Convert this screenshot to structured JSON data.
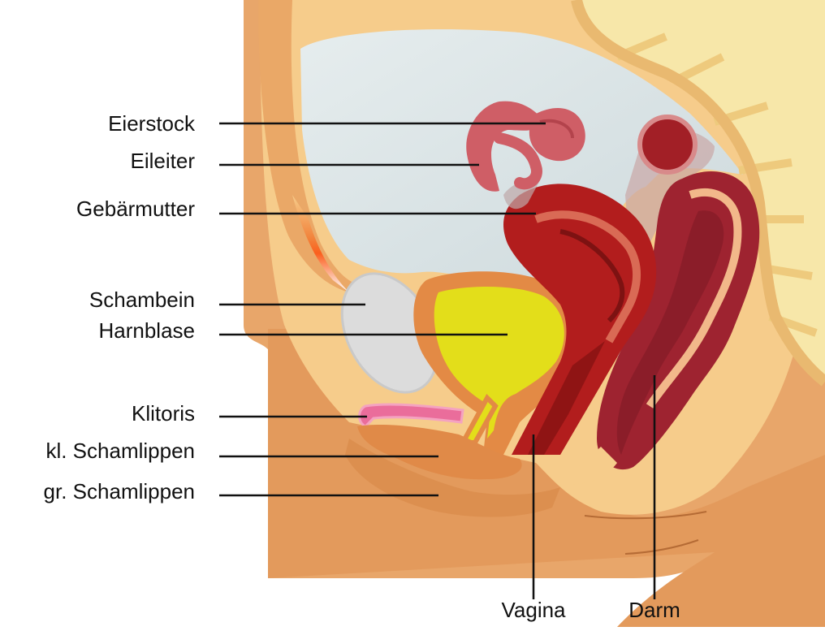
{
  "labels": {
    "eierstock": "Eierstock",
    "eileiter": "Eileiter",
    "gebaermutter": "Gebärmutter",
    "schambein": "Schambein",
    "harnblase": "Harnblase",
    "klitoris": "Klitoris",
    "kl_schamlippen": "kl. Schamlippen",
    "gr_schamlippen": "gr. Schamlippen",
    "vagina": "Vagina",
    "darm": "Darm"
  },
  "colors": {
    "skin": "#e8a66a",
    "skin_dark": "#d98d4e",
    "tissue_light": "#f6cc8b",
    "cavity": "#d8e2e4",
    "bone": "#f7e7a9",
    "bladder_wall": "#e38a45",
    "urine": "#e3de1a",
    "uterus_dark": "#a81b1b",
    "uterus_light": "#c8342f",
    "intestine": "#9e2330",
    "ovary": "#cf5e66",
    "pubic_bone": "#dcdcdc",
    "clitoris": "#ea6d9b",
    "leader": "#111111"
  }
}
